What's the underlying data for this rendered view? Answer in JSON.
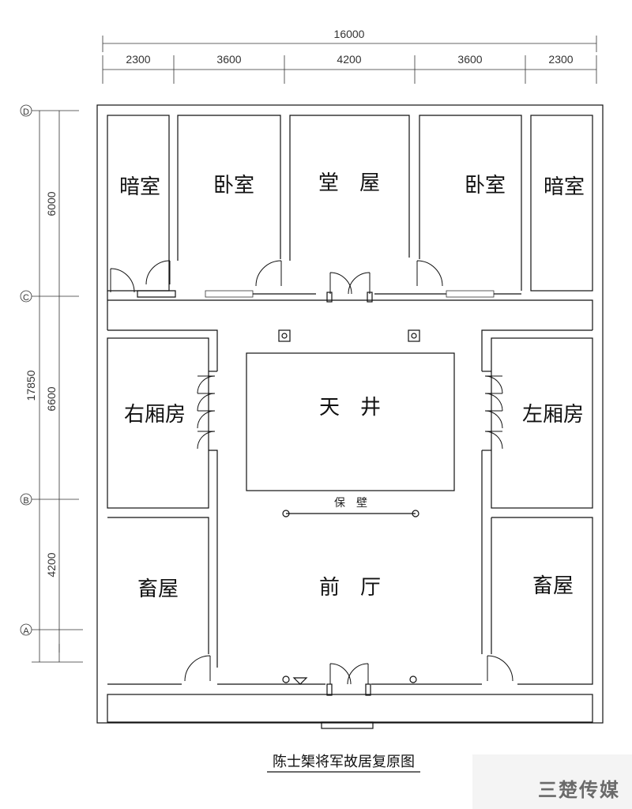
{
  "dimensions": {
    "total_width": "16000",
    "segments": [
      "2300",
      "3600",
      "4200",
      "3600",
      "2300"
    ],
    "total_depth": "17850",
    "depth_segments": [
      "6000",
      "6600",
      "4200"
    ]
  },
  "axes": [
    "D",
    "C",
    "B",
    "A"
  ],
  "rooms": {
    "dark_left": "暗室",
    "bed_left": "卧室",
    "hall": "堂　屋",
    "bed_right": "卧室",
    "dark_right": "暗室",
    "wing_right": "右厢房",
    "courtyard": "天　井",
    "wing_left": "左厢房",
    "shelter_wall": "保　壁",
    "barn_left": "畜屋",
    "front_hall": "前　厅",
    "barn_right": "畜屋"
  },
  "caption": "陈士榘将军故居复原图",
  "watermark": "三楚传媒"
}
